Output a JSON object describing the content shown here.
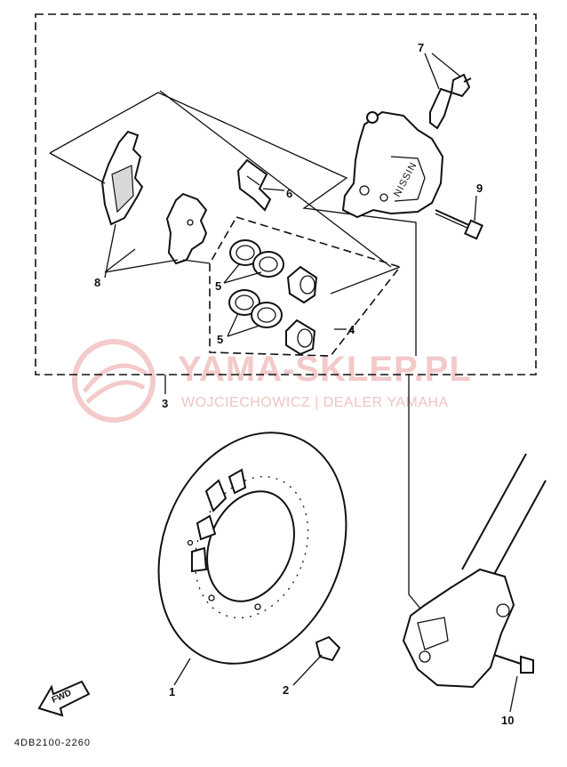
{
  "diagram": {
    "part_code": "4DB2100-2260",
    "watermark": {
      "brand": "YAMA-SKLEP.PL",
      "subtitle": "WOJCIECHOWICZ | DEALER YAMAHA"
    },
    "fwd_label": "FWD",
    "caliper_marking": "NISSIN",
    "callouts": {
      "c1": "1",
      "c2": "2",
      "c3": "3",
      "c4": "4",
      "c5a": "5",
      "c5b": "5",
      "c6": "6",
      "c7": "7",
      "c8": "8",
      "c9": "9",
      "c10": "10"
    },
    "colors": {
      "line": "#111111",
      "watermark": "#e9a3a3",
      "background": "#ffffff"
    }
  }
}
